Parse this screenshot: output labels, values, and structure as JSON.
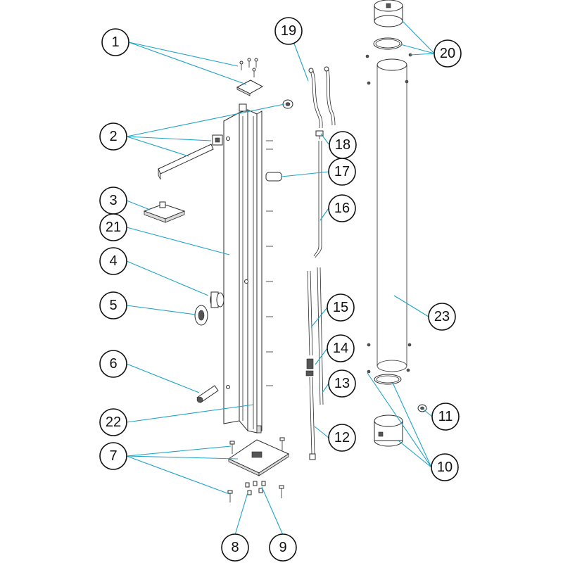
{
  "callouts": [
    {
      "id": "c1",
      "label": "1"
    },
    {
      "id": "c2",
      "label": "2"
    },
    {
      "id": "c3",
      "label": "3"
    },
    {
      "id": "c4",
      "label": "4"
    },
    {
      "id": "c5",
      "label": "5"
    },
    {
      "id": "c6",
      "label": "6"
    },
    {
      "id": "c7",
      "label": "7"
    },
    {
      "id": "c8",
      "label": "8"
    },
    {
      "id": "c9",
      "label": "9"
    },
    {
      "id": "c10",
      "label": "10"
    },
    {
      "id": "c11",
      "label": "11"
    },
    {
      "id": "c12",
      "label": "12"
    },
    {
      "id": "c13",
      "label": "13"
    },
    {
      "id": "c14",
      "label": "14"
    },
    {
      "id": "c15",
      "label": "15"
    },
    {
      "id": "c16",
      "label": "16"
    },
    {
      "id": "c17",
      "label": "17"
    },
    {
      "id": "c18",
      "label": "18"
    },
    {
      "id": "c19",
      "label": "19"
    },
    {
      "id": "c20",
      "label": "20"
    },
    {
      "id": "c21",
      "label": "21"
    },
    {
      "id": "c22",
      "label": "22"
    },
    {
      "id": "c23",
      "label": "23"
    }
  ],
  "colors": {
    "leader": "#1fa3c8",
    "outline": "#2a2a2a",
    "callout_border": "#111111"
  }
}
